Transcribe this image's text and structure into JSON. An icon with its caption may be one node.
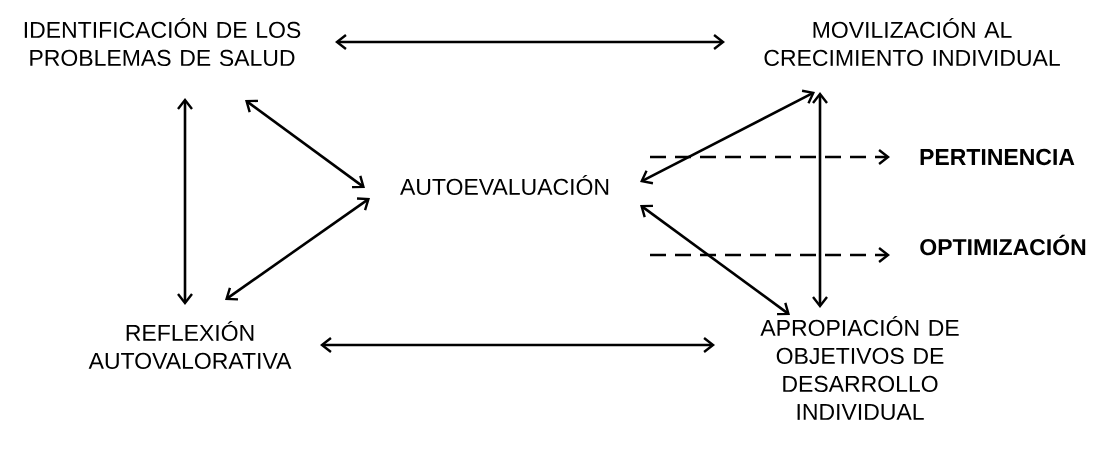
{
  "diagram": {
    "nodes": [
      {
        "text": [
          "IDENTIFICACIÓN DE LOS PROBLEMAS DE SALUD"
        ]
      },
      {
        "text": [
          "MOVILIZACIÓN AL CRECIMIENTO INDIVIDUAL"
        ]
      },
      {
        "text": [
          "AUTOEVALUACIÓN"
        ]
      },
      {
        "text": [
          "PERTINENCIA"
        ]
      },
      {
        "text": [
          "OPTIMIZACIÓN"
        ]
      },
      {
        "text": [
          "REFLEXIÓN AUTOVALORATIVA"
        ]
      },
      {
        "text": [
          "APROPIACIÓN DE OBJETIVOS DE DESARROLLO INDIVIDUAL"
        ]
      }
    ],
    "edges": [
      {
        "from": 0,
        "to": 1,
        "arrow": "both"
      },
      {
        "from": 0,
        "to": 5,
        "arrow": "both"
      },
      {
        "from": 0,
        "to": 2,
        "arrow": "both"
      },
      {
        "from": 5,
        "to": 2,
        "arrow": "both"
      },
      {
        "from": 5,
        "to": 6,
        "arrow": "both"
      },
      {
        "from": 1,
        "to": 2,
        "arrow": "both"
      },
      {
        "from": 2,
        "to": 6,
        "arrow": "both"
      },
      {
        "from": 1,
        "to": 6,
        "arrow": "both"
      },
      {
        "from": null,
        "to": 3,
        "arrow": "to",
        "style": "dashed"
      },
      {
        "from": null,
        "to": 4,
        "arrow": "to",
        "style": "dashed"
      }
    ]
  }
}
